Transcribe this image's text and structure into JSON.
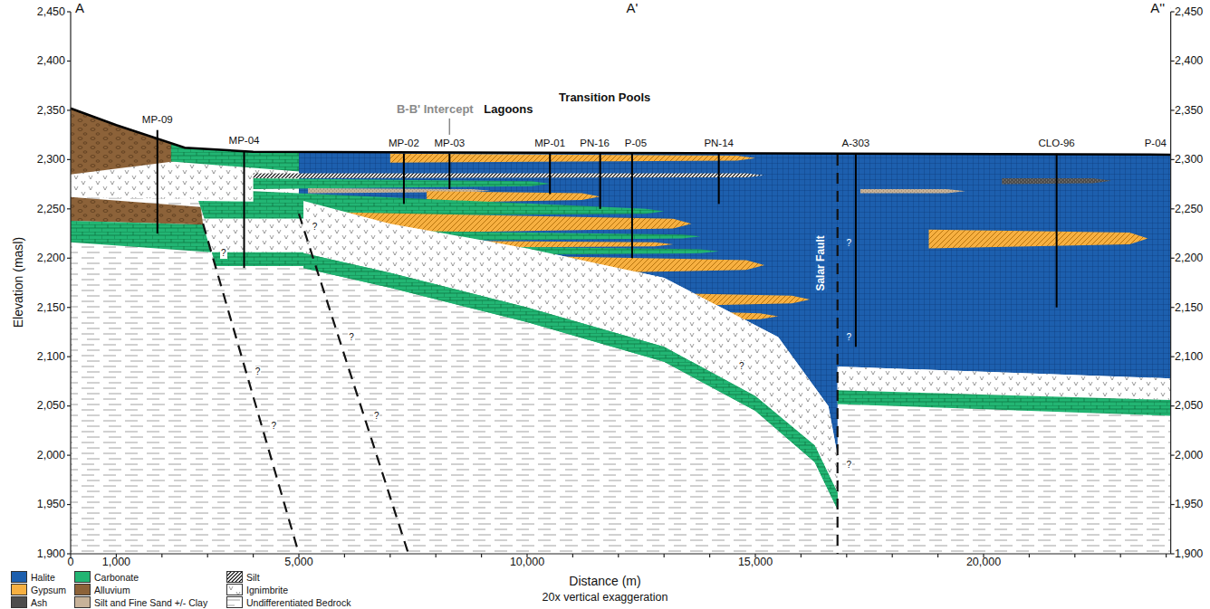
{
  "diagram": {
    "labels": [
      "A",
      "A'",
      "A''",
      "2,450",
      "2,400",
      "2,350",
      "2,300",
      "2,250",
      "2,200",
      "2,150",
      "2,100",
      "2,050",
      "2,000",
      "1,950",
      "1,900",
      "2,450",
      "2,400",
      "2,350",
      "2,300",
      "2,250",
      "2,200",
      "2,150",
      "2,100",
      "2,050",
      "2,000",
      "1,950",
      "1,900",
      "Elevation (masl)",
      "0",
      "1,000",
      "5,000",
      "10,000",
      "15,000",
      "20,000",
      "Distance (m)",
      "20x vertical exaggeration",
      "MP-09",
      "MP-04",
      "B-B' Intercept",
      "Lagoons",
      "Transition Pools",
      "MP-02",
      "MP-03",
      "MP-01",
      "PN-16",
      "P-05",
      "PN-14",
      "A-303",
      "CLO-96",
      "P-04",
      "Salar Fault",
      "?",
      "?",
      "?",
      "?",
      "?",
      "?",
      "?",
      "?",
      "?",
      "?"
    ],
    "legend": [
      {
        "text": "Halite",
        "color": "#1d5fae"
      },
      {
        "text": "Carbonate",
        "color": "#22b573"
      },
      {
        "text": "Silt"
      },
      {
        "text": "Gypsum",
        "color": "#f7b041"
      },
      {
        "text": "Alluvium",
        "color": "#8c6239"
      },
      {
        "text": "Ignimbrite"
      },
      {
        "text": "Ash",
        "color": "#4d4d4d"
      },
      {
        "text": "Silt and Fine Sand +/- Clay",
        "color": "#c7b299"
      },
      {
        "text": "Undifferentiated Bedrock"
      }
    ]
  }
}
